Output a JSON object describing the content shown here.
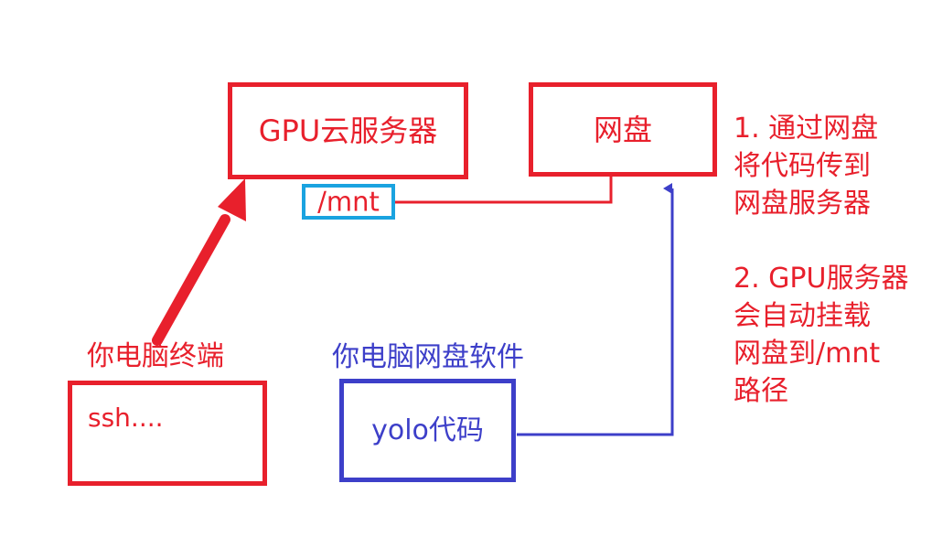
{
  "colors": {
    "red": "#e8202c",
    "blue": "#3d3fc9",
    "cyan": "#1aa3e0"
  },
  "boxes": {
    "gpu_server": "GPU云服务器",
    "netdisk": "网盘",
    "mount_path": "/mnt",
    "terminal_content": "ssh....",
    "yolo_code": "yolo代码"
  },
  "labels": {
    "terminal_title": "你电脑终端",
    "netdisk_software_title": "你电脑网盘软件"
  },
  "notes": {
    "step1": [
      "1. 通过网盘",
      "将代码传到",
      "网盘服务器"
    ],
    "step2": [
      "2. GPU服务器",
      "会自动挂载",
      "网盘到/mnt",
      "路径"
    ]
  },
  "edges": [
    {
      "from": "terminal",
      "to": "gpu_server",
      "color": "red",
      "style": "thick-arrow"
    },
    {
      "from": "mount_path",
      "to": "netdisk",
      "color": "red",
      "style": "line"
    },
    {
      "from": "yolo_code",
      "to": "netdisk",
      "color": "blue",
      "style": "arrow"
    }
  ]
}
